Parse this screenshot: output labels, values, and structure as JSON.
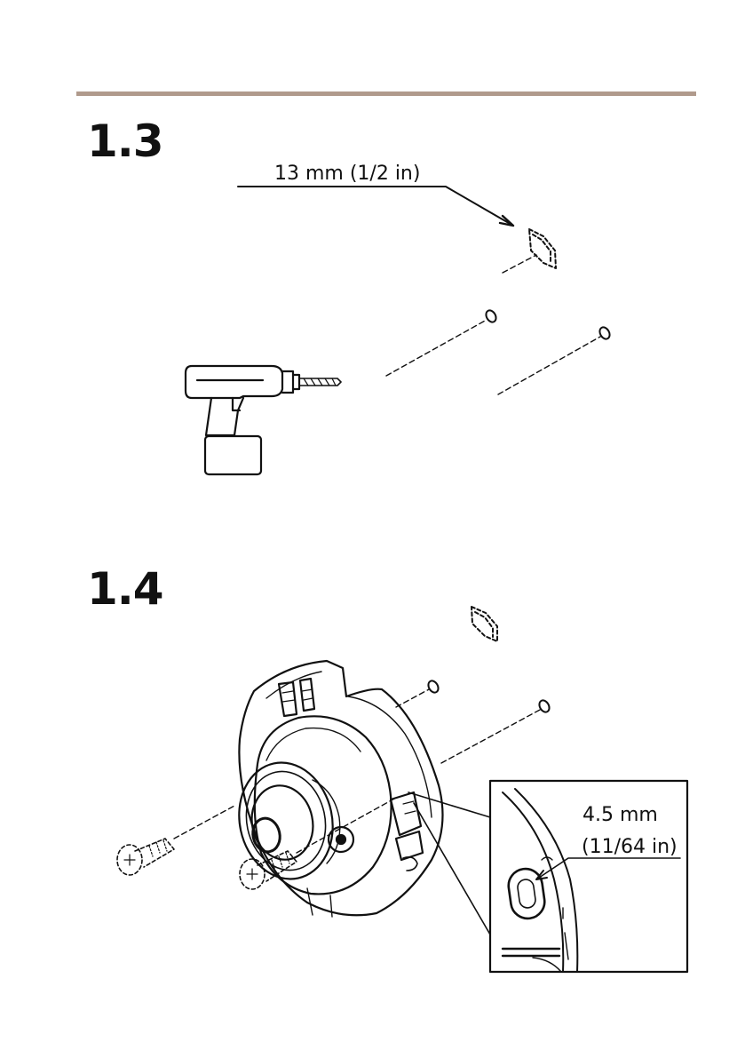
{
  "colors": {
    "rule": "#b09a8c",
    "ink": "#111111"
  },
  "steps": [
    {
      "number": "1.3",
      "measure_label": "13 mm (1/2 in)"
    },
    {
      "number": "1.4",
      "detail_label_line1": "4.5 mm",
      "detail_label_line2": "(11/64 in)"
    }
  ],
  "icons": [
    "drill-icon",
    "drill-bit-icon",
    "wall-plug-icon",
    "dome-camera-icon",
    "screw-icon",
    "detail-callout-icon"
  ]
}
